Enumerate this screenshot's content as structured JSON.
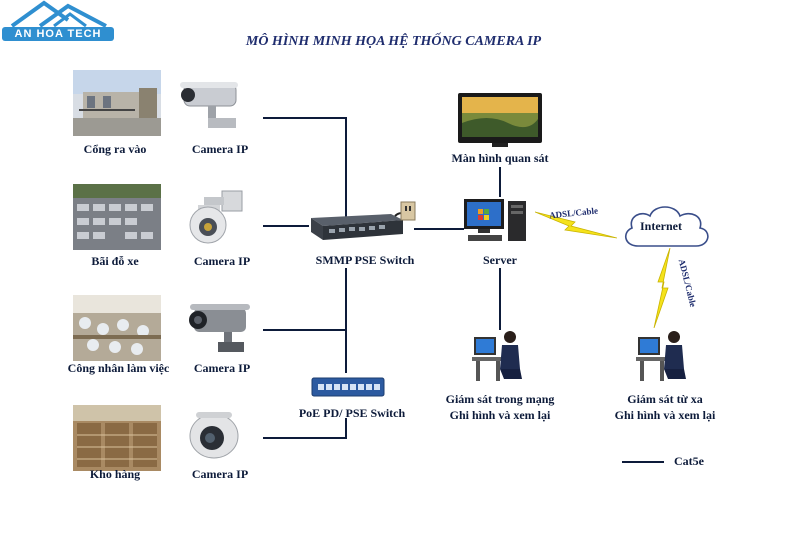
{
  "logo": {
    "text": "AN HOA TECH"
  },
  "title": "MÔ HÌNH MINH HỌA HỆ THỐNG CAMERA IP",
  "locations": [
    {
      "label": "Cổng ra vào",
      "camera": "Camera IP"
    },
    {
      "label": "Bãi đỗ xe",
      "camera": "Camera IP"
    },
    {
      "label": "Công nhân làm việc",
      "camera": "Camera IP"
    },
    {
      "label": "Kho hàng",
      "camera": "Camera IP"
    }
  ],
  "switch_main": "SMMP PSE Switch",
  "switch_poe": "PoE PD/ PSE Switch",
  "monitor": "Màn hình quan sát",
  "server": "Server",
  "internet": "Internet",
  "adsl_1": "ADSL/Cable",
  "adsl_2": "ADSL/Cable",
  "local_monitor": {
    "line1": "Giám sát trong mạng",
    "line2": "Ghi hình và xem lại"
  },
  "remote_monitor": {
    "line1": "Giám sát từ xa",
    "line2": "Ghi hình và xem lại"
  },
  "legend": {
    "cat5e": "Cat5e"
  },
  "colors": {
    "line": "#0d1b3a",
    "title": "#1f2d6e",
    "lightning": "#f5e21b",
    "logo": "#2f8fd0"
  }
}
